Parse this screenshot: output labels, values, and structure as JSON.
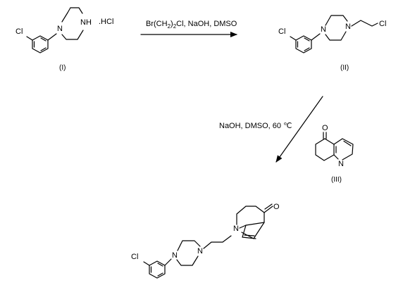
{
  "atoms": {
    "cl": "Cl",
    "nh": "NH",
    "n": "N",
    "o": "O",
    "h": "H",
    "hcl_salt": ".HCl"
  },
  "compounds": {
    "c1_label": "(I)",
    "c2_label": "(II)",
    "c3_label": "(III)"
  },
  "arrows": {
    "step1": {
      "reagent_prefix": "Br(CH",
      "sub1": "2",
      "mid": ")",
      "sub2": "2",
      "reagent_suffix": "Cl, NaOH, DMSO"
    },
    "step2": {
      "conditions": "NaOH, DMSO, 60 ℃"
    }
  }
}
